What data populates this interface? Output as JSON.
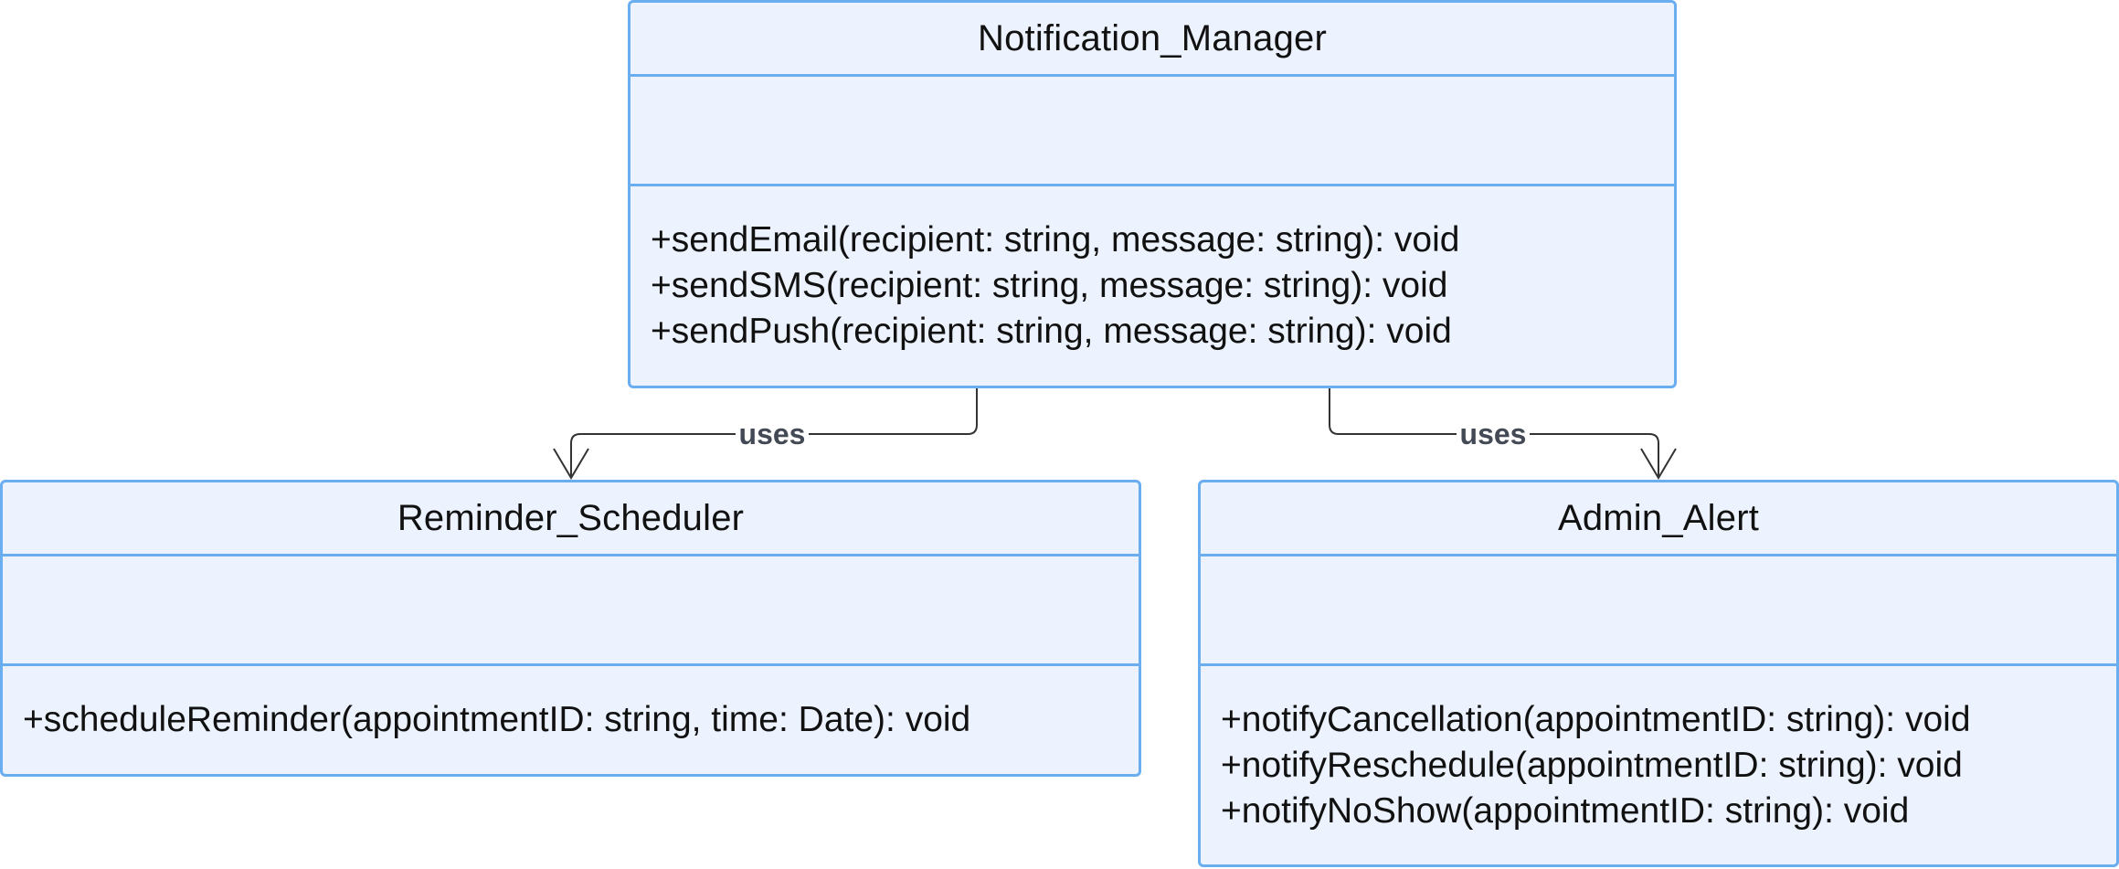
{
  "classes": {
    "notification_manager": {
      "name": "Notification_Manager",
      "methods": [
        "+sendEmail(recipient: string, message: string): void",
        "+sendSMS(recipient: string, message: string): void",
        "+sendPush(recipient: string, message: string): void"
      ]
    },
    "reminder_scheduler": {
      "name": "Reminder_Scheduler",
      "methods": [
        "+scheduleReminder(appointmentID: string, time: Date): void"
      ]
    },
    "admin_alert": {
      "name": "Admin_Alert",
      "methods": [
        "+notifyCancellation(appointmentID: string): void",
        "+notifyReschedule(appointmentID: string): void",
        "+notifyNoShow(appointmentID: string): void"
      ]
    }
  },
  "relations": [
    {
      "from": "Notification_Manager",
      "to": "Reminder_Scheduler",
      "label": "uses"
    },
    {
      "from": "Notification_Manager",
      "to": "Admin_Alert",
      "label": "uses"
    }
  ],
  "colors": {
    "box_fill": "#ecf3fe",
    "box_border": "#6aaef0",
    "edge": "#333333",
    "label": "#444a55"
  }
}
